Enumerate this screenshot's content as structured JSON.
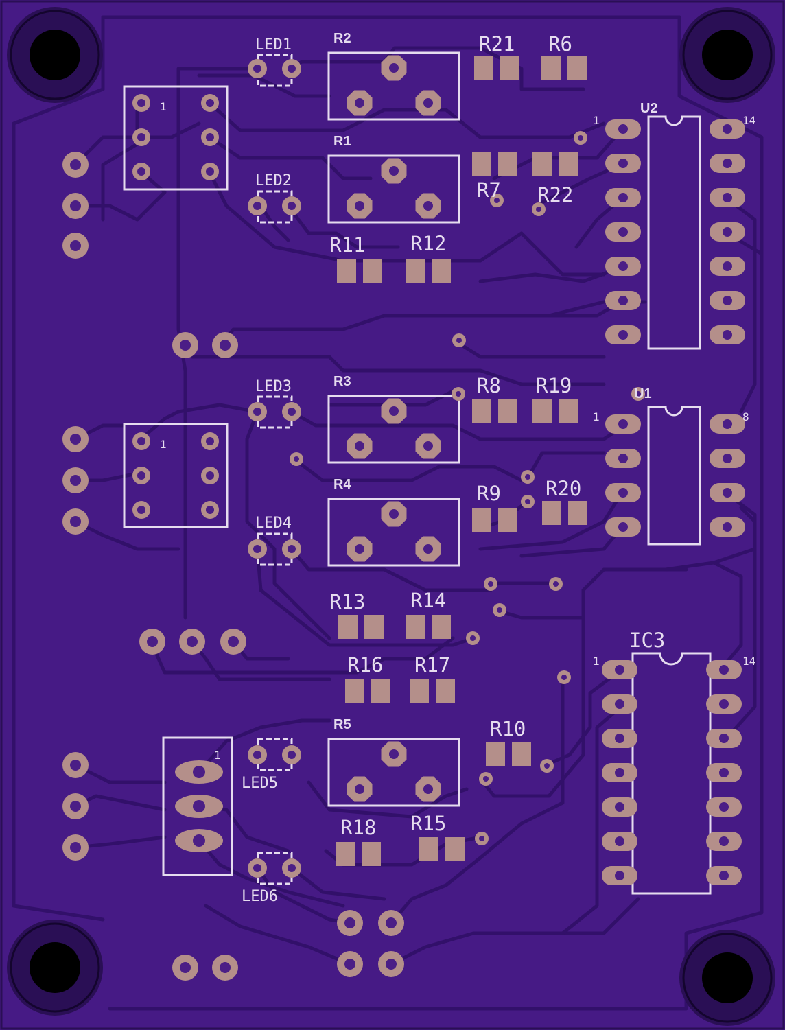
{
  "colors": {
    "board": "#461a85",
    "trace": "#2f1060",
    "pad": "#b48f8a",
    "drill": "#4b1e86",
    "silkscreen": "#e6dcef",
    "mounting_hole": "#000000"
  },
  "labels": {
    "led1": "LED1",
    "led2": "LED2",
    "led3": "LED3",
    "led4": "LED4",
    "led5": "LED5",
    "led6": "LED6",
    "r1": "R1",
    "r2": "R2",
    "r3": "R3",
    "r4": "R4",
    "r5": "R5",
    "r6": "R6",
    "r7": "R7",
    "r8": "R8",
    "r9": "R9",
    "r10": "R10",
    "r11": "R11",
    "r12": "R12",
    "r13": "R13",
    "r14": "R14",
    "r15": "R15",
    "r16": "R16",
    "r17": "R17",
    "r18": "R18",
    "r19": "R19",
    "r20": "R20",
    "r21": "R21",
    "r22": "R22",
    "u1": "U1",
    "u2": "U2",
    "ic3": "IC3",
    "pin1": "1",
    "pin8": "8",
    "pin14": "14"
  }
}
